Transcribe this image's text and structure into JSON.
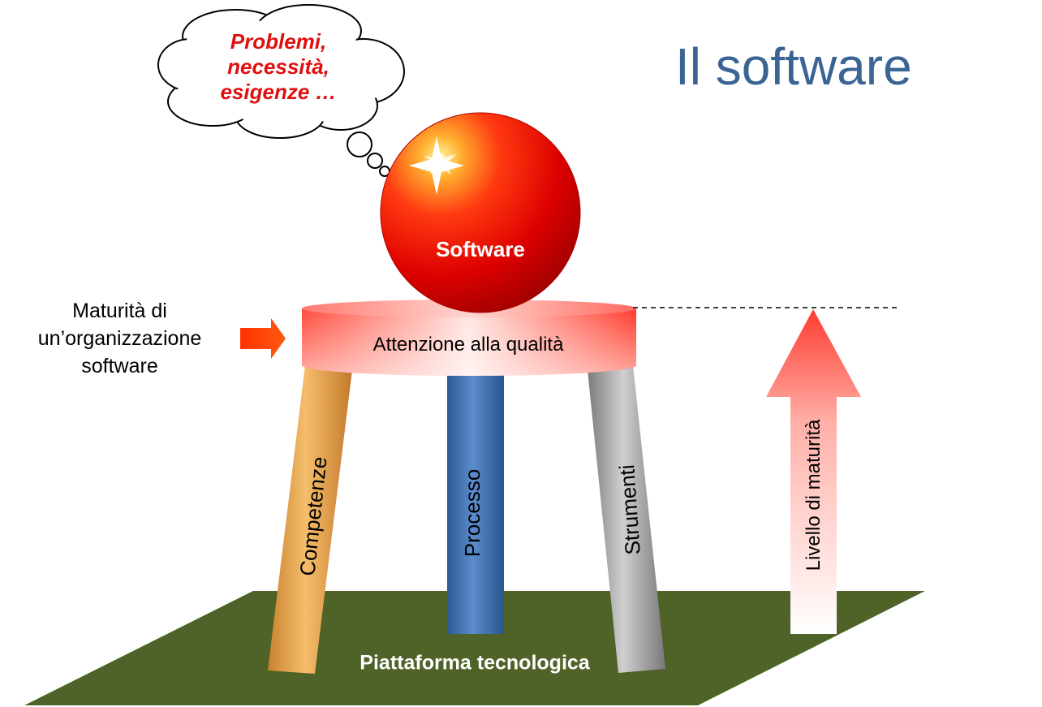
{
  "title": "Il software",
  "thought_bubble": {
    "lines": [
      "Problemi,",
      "necessità,",
      "esigenze …"
    ],
    "color": "#e01010"
  },
  "maturity_note": {
    "lines": [
      "Maturità di",
      "un’organizzazione",
      "software"
    ]
  },
  "sphere_label": "Software",
  "seat_label": "Attenzione alla qualità",
  "legs": {
    "left": "Competenze",
    "center": "Processo",
    "right": "Strumenti"
  },
  "platform_label": "Piattaforma tecnologica",
  "maturity_arrow_label": "Livello di maturità",
  "colors": {
    "title": "#3a6494",
    "platform": "#4f6228",
    "seat": "#ff3b30",
    "sphere": "#e00000",
    "leg_left": "#e8a24a",
    "leg_center": "#4a78b4",
    "leg_right": "#a6a6a6",
    "pointer_arrow": "#ff3300"
  },
  "icons": [
    "thought-cloud-icon",
    "red-sphere-icon",
    "sparkle-icon",
    "pointer-arrow-icon",
    "maturity-arrow-icon"
  ]
}
